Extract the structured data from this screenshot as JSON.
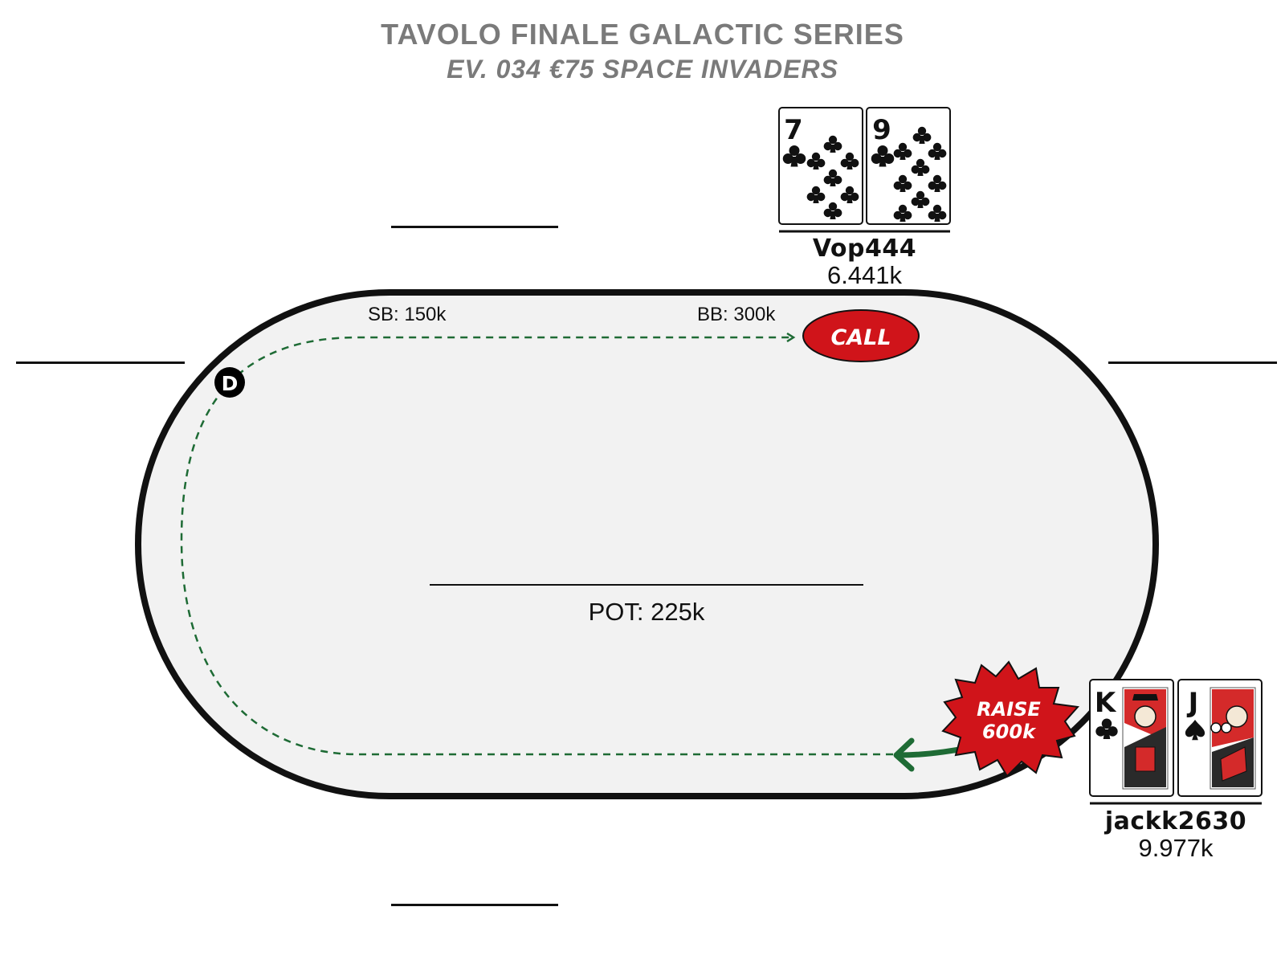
{
  "header": {
    "title": "TAVOLO FINALE GALACTIC SERIES",
    "subtitle": "EV. 034 €75 SPACE INVADERS"
  },
  "table": {
    "sb_label": "SB: 150k",
    "bb_label": "BB: 300k",
    "pot_label": "POT: 225k",
    "dealer_button": "D",
    "felt_color": "#f2f2f2",
    "rail_color": "#111111",
    "arrow_color": "#1e6b35"
  },
  "players": {
    "top": {
      "name": "Vop444",
      "stack": "6.441k",
      "action": "CALL",
      "action_color": "#d0141a",
      "cards": [
        {
          "rank": "7",
          "suit": "clubs",
          "suit_icon": "club-icon"
        },
        {
          "rank": "9",
          "suit": "clubs",
          "suit_icon": "club-icon"
        }
      ]
    },
    "right": {
      "name": "jackk2630",
      "stack": "9.977k",
      "action_line1": "RAISE",
      "action_line2": "600k",
      "action_color": "#d0141a",
      "cards": [
        {
          "rank": "K",
          "suit": "clubs",
          "suit_icon": "club-icon"
        },
        {
          "rank": "J",
          "suit": "spades",
          "suit_icon": "spade-icon"
        }
      ]
    }
  }
}
